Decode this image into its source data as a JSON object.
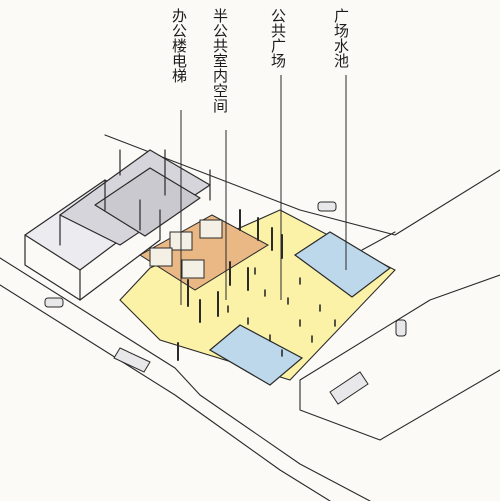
{
  "labels": {
    "elevator": "办公楼电梯",
    "semi_public": "半公共室内空间",
    "plaza": "公共广场",
    "pool": "广场水池"
  },
  "colors": {
    "plaza_yellow": "#fbf2a8",
    "floor_orange": "#e9b884",
    "water_blue": "#bcd8ea",
    "wall_grey": "#c9c9cf",
    "ink": "#2a2a2a"
  }
}
